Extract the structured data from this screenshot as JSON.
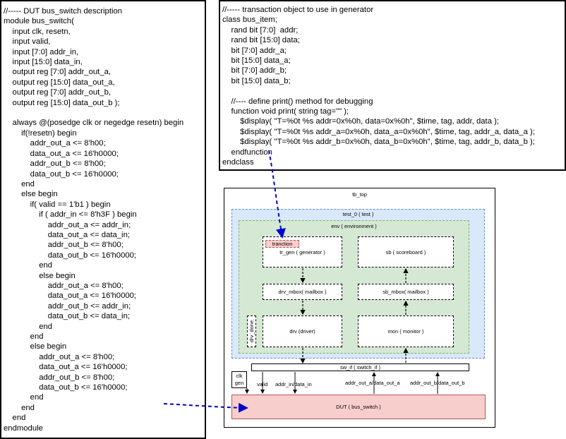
{
  "dut_code": {
    "lines": [
      "//----- DUT bus_switch description",
      "module bus_switch(",
      "    input clk, resetn,",
      "    input valid,",
      "    input [7:0] addr_in,",
      "    input [15:0] data_in,",
      "    output reg [7:0] addr_out_a,",
      "    output reg [15:0] data_out_a,",
      "    output reg [7:0] addr_out_b,",
      "    output reg [15:0] data_out_b );",
      "",
      "    always @(posedge clk or negedge resetn) begin",
      "        if(!resetn) begin",
      "            addr_out_a <= 8'h00;",
      "            data_out_a <= 16'h0000;",
      "            addr_out_b <= 8'h00;",
      "            data_out_b <= 16'h0000;",
      "        end",
      "        else begin",
      "            if( valid == 1'b1 ) begin",
      "                if ( addr_in <= 8'h3F ) begin",
      "                    addr_out_a <= addr_in;",
      "                    data_out_a <= data_in;",
      "                    addr_out_b <= 8'h00;",
      "                    data_out_b <= 16'h0000;",
      "                end",
      "                else begin",
      "                    addr_out_a <= 8'h00;",
      "                    data_out_a <= 16'h0000;",
      "                    addr_out_b <= addr_in;",
      "                    data_out_b <= data_in;",
      "                end",
      "            end",
      "            else begin",
      "                addr_out_a <= 8'h00;",
      "                data_out_a <= 16'h0000;",
      "                addr_out_b <= 8'h00;",
      "                data_out_b <= 16'h0000;",
      "            end",
      "        end",
      "    end",
      "endmodule"
    ]
  },
  "item_code": {
    "lines": [
      "//----- transaction object to use in generator",
      "class bus_item;",
      "    rand bit [7:0]  addr;",
      "    rand bit [15:0] data;",
      "    bit [7:0] addr_a;",
      "    bit [15:0] data_a;",
      "    bit [7:0] addr_b;",
      "    bit [15:0] data_b;",
      "",
      "    //---- define print() method for debugging",
      "    function void print( string tag=\"\" );",
      "        $display( \"T=%0t %s addr=0x%0h, data=0x%0h\", $time, tag, addr, data );",
      "        $display( \"T=%0t %s addr_a=0x%0h, data_a=0x%0h\", $time, tag, addr_a, data_a );",
      "        $display( \"T=%0t %s addr_b=0x%0h, data_b=0x%0h\", $time, tag, addr_b, data_b );",
      "    endfunction",
      "endclass"
    ]
  },
  "diagram": {
    "tb_top": "tb_top",
    "test": "test_0 ( test )",
    "env": "env ( environment )",
    "transaction": "tranction",
    "generator": "tr_gen ( generator )",
    "scoreboard": "sb ( scoreboard )",
    "driver_mailbox": "drv_mbox( mailbox )",
    "scoreboard_mailbox": "sb_mbox( mailbox )",
    "driver": "drv (driver)",
    "monitor": "mon ( monitor )",
    "driver_done": "drv_done",
    "interface": "sw_if ( switch_if )",
    "clock_gen_line1": "clk",
    "clock_gen_line2": "gen",
    "dut": "DUT ( bus_switch )",
    "signal_valid": "valid",
    "signal_addr_data_in": "addr_in/data_in",
    "signal_out_a": "addr_out_a/data_out_a",
    "signal_out_b": "addr_out_b/data_out_b"
  },
  "colors": {
    "test_fill": "#dae8fc",
    "env_fill": "#d5e8d4",
    "dut_fill": "#f8cecc",
    "pointer_arrow": "#0000cc"
  }
}
